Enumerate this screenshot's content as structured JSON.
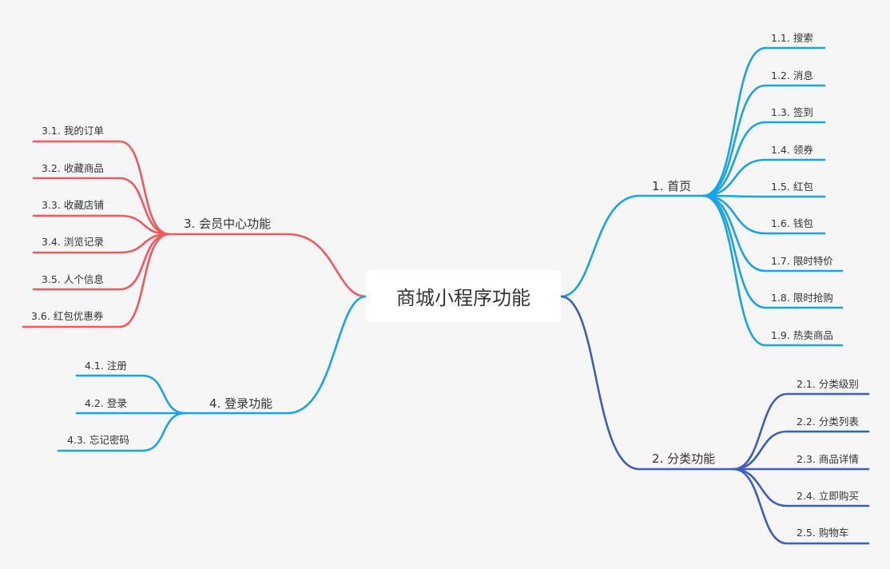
{
  "root": "商城小程序功能",
  "colors": {
    "branch1": "#1aa4e6",
    "branch2": "#3d5dbf",
    "branch3": "#f05a5f",
    "branch4": "#1aa4e6",
    "background": "#f6f6f6"
  },
  "branches": [
    {
      "label": "1. 首页",
      "children": [
        "1.1. 搜索",
        "1.2. 消息",
        "1.3. 签到",
        "1.4. 领券",
        "1.5. 红包",
        "1.6. 钱包",
        "1.7. 限时特价",
        "1.8. 限时抢购",
        "1.9. 热卖商品"
      ]
    },
    {
      "label": "2. 分类功能",
      "children": [
        "2.1. 分类级别",
        "2.2. 分类列表",
        "2.3. 商品详情",
        "2.4. 立即购买",
        "2.5. 购物车"
      ]
    },
    {
      "label": "3. 会员中心功能",
      "children": [
        "3.1. 我的订单",
        "3.2. 收藏商品",
        "3.3. 收藏店铺",
        "3.4. 浏览记录",
        "3.5. 人个信息",
        "3.6. 红包优惠券"
      ]
    },
    {
      "label": "4. 登录功能",
      "children": [
        "4.1. 注册",
        "4.2. 登录",
        "4.3. 忘记密码"
      ]
    }
  ]
}
